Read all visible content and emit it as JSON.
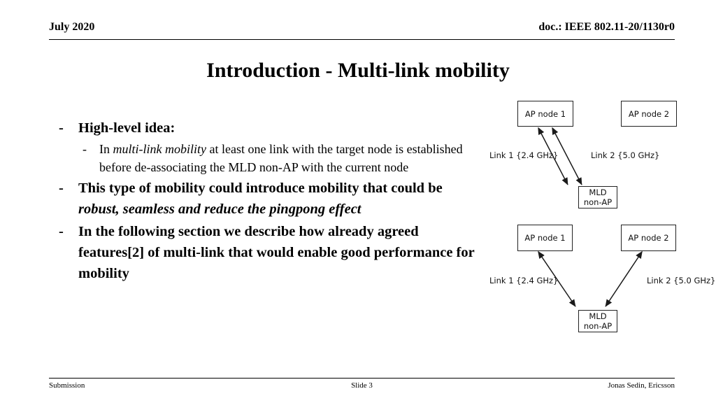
{
  "header": {
    "date": "July 2020",
    "doc": "doc.: IEEE 802.11-20/1130r0"
  },
  "title": "Introduction - Multi-link mobility",
  "bullets": [
    {
      "level": 1,
      "marker": "-",
      "segments": [
        {
          "text": "High-level idea:",
          "style": "bold"
        }
      ]
    },
    {
      "level": 2,
      "marker": "-",
      "segments": [
        {
          "text": "In ",
          "style": "normal"
        },
        {
          "text": "multi-link mobility",
          "style": "italic"
        },
        {
          "text": " at least one link with the target node is established before de-associating the MLD non-AP with the current node",
          "style": "normal"
        }
      ]
    },
    {
      "level": 1,
      "marker": "-",
      "segments": [
        {
          "text": "This type of mobility could introduce mobility that could be ",
          "style": "bold"
        },
        {
          "text": "robust, seamless and reduce the pingpong effect",
          "style": "bold-italic"
        }
      ]
    },
    {
      "level": 1,
      "marker": "-",
      "segments": [
        {
          "text": "In the following section we describe how already agreed features[2] of multi-link that would enable good performance for mobility",
          "style": "bold"
        }
      ]
    }
  ],
  "diagram_top": {
    "nodes": [
      {
        "name": "ap-node-1",
        "label": "AP node 1"
      },
      {
        "name": "ap-node-2",
        "label": "AP node 2"
      },
      {
        "name": "mld-non-ap",
        "label": "MLD\nnon-AP"
      }
    ],
    "labels": [
      {
        "name": "link-1-label",
        "text": "Link 1 {2.4 GHz}"
      },
      {
        "name": "link-2-label",
        "text": "Link 2 {5.0 GHz}"
      }
    ]
  },
  "diagram_bottom": {
    "nodes": [
      {
        "name": "ap-node-1",
        "label": "AP node 1"
      },
      {
        "name": "ap-node-2",
        "label": "AP node 2"
      },
      {
        "name": "mld-non-ap",
        "label": "MLD\nnon-AP"
      }
    ],
    "labels": [
      {
        "name": "link-1-label",
        "text": "Link 1 {2.4 GHz}"
      },
      {
        "name": "link-2-label",
        "text": "Link 2 {5.0 GHz}"
      }
    ]
  },
  "footer": {
    "left": "Submission",
    "center": "Slide 3",
    "right": "Jonas Sedin, Ericsson"
  },
  "colors": {
    "text": "#000000",
    "box_border": "#222222",
    "arrow": "#1a1a1a",
    "background": "#ffffff"
  }
}
